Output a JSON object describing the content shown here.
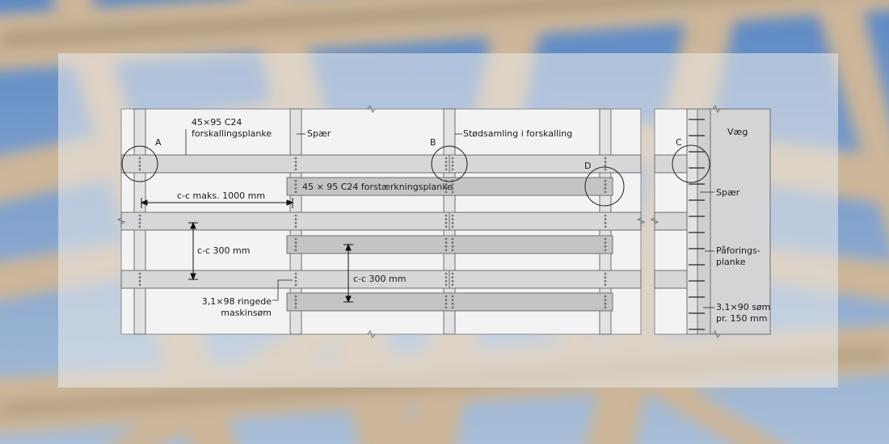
{
  "diagram": {
    "label_a": "A",
    "label_b": "B",
    "label_c": "C",
    "label_d": "D",
    "plank_line1": "45×95 C24",
    "plank_line2": "forskallingsplanke",
    "spaer": "Spær",
    "joint": "Stødsamling i forskalling",
    "reinforce": "45 × 95 C24 forstærkningsplanke",
    "cc_max": "c-c maks. 1000 mm",
    "cc_300_a": "c-c 300 mm",
    "cc_300_b": "c-c 300 mm",
    "nails_line1": "3,1×98 ringede",
    "nails_line2": "maskinsøm",
    "wall": "Væg",
    "spaer_side": "Spær",
    "furring_line1": "Påforings-",
    "furring_line2": "planke",
    "nails_side_line1": "3,1×90 søm",
    "nails_side_line2": "pr. 150 mm"
  },
  "colors": {
    "sky": "#6f93c2",
    "timber": "#cbb59a",
    "panel": "#ebebeb",
    "plank": "#d7d7d9",
    "reinforce": "#c4c4c6",
    "outline": "#6e6e70"
  }
}
